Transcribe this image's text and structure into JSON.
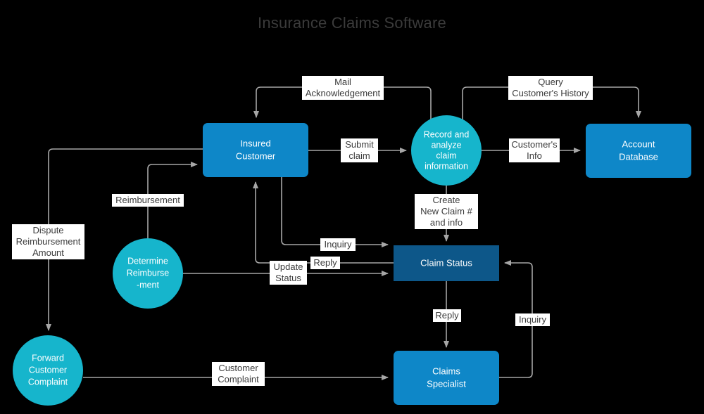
{
  "title": "Insurance Claims Software",
  "colors": {
    "background": "#000000",
    "process_circle": "#16b5cc",
    "entity_box": "#0e87c8",
    "datastore_box": "#0d5789",
    "edge": "#a6a6a6",
    "label_bg": "#ffffff",
    "label_text": "#3b3b3b",
    "title_text": "#3b3b3b",
    "node_text": "#ffffff"
  },
  "nodes": [
    {
      "id": "insured-customer",
      "label": "Insured\nCustomer",
      "shape": "rounded-rect",
      "fill": "#0e87c8"
    },
    {
      "id": "record-analyze",
      "label": "Record and\nanalyze\nclaim\ninformation",
      "shape": "circle",
      "fill": "#16b5cc"
    },
    {
      "id": "account-database",
      "label": "Account\nDatabase",
      "shape": "rounded-rect",
      "fill": "#0e87c8"
    },
    {
      "id": "claim-status",
      "label": "Claim Status",
      "shape": "rect",
      "fill": "#0d5789"
    },
    {
      "id": "claims-specialist",
      "label": "Claims\nSpecialist",
      "shape": "rounded-rect",
      "fill": "#0e87c8"
    },
    {
      "id": "determine-reimbursement",
      "label": "Determine\nReimburse\n-ment",
      "shape": "circle",
      "fill": "#16b5cc"
    },
    {
      "id": "forward-complaint",
      "label": "Forward\nCustomer\nComplaint",
      "shape": "circle",
      "fill": "#16b5cc"
    }
  ],
  "node_text": {
    "insured_customer_l1": "Insured",
    "insured_customer_l2": "Customer",
    "record_analyze_l1": "Record and",
    "record_analyze_l2": "analyze",
    "record_analyze_l3": "claim",
    "record_analyze_l4": "information",
    "account_database_l1": "Account",
    "account_database_l2": "Database",
    "claim_status_l1": "Claim Status",
    "claims_specialist_l1": "Claims",
    "claims_specialist_l2": "Specialist",
    "determine_reimbursement_l1": "Determine",
    "determine_reimbursement_l2": "Reimburse",
    "determine_reimbursement_l3": "-ment",
    "forward_complaint_l1": "Forward",
    "forward_complaint_l2": "Customer",
    "forward_complaint_l3": "Complaint"
  },
  "edge_labels": {
    "mail_acknowledgement": "Mail\nAcknowledgement",
    "query_customers_history": "Query\nCustomer's History",
    "submit_claim": "Submit\nclaim",
    "customers_info": "Customer's\nInfo",
    "create_new_claim": "Create\nNew Claim #\nand info",
    "reimbursement": "Reimbursement",
    "dispute_reimbursement_amount": "Dispute\nReimbursement\nAmount",
    "inquiry_top": "Inquiry",
    "reply_top": "Reply",
    "update_status": "Update\nStatus",
    "reply_mid": "Reply",
    "inquiry_right": "Inquiry",
    "customer_complaint": "Customer\nComplaint"
  },
  "edges": [
    {
      "from": "insured-customer",
      "to": "record-analyze",
      "label": "Submit claim"
    },
    {
      "from": "record-analyze",
      "to": "insured-customer",
      "label": "Mail Acknowledgement"
    },
    {
      "from": "record-analyze",
      "to": "account-database",
      "label": "Customer's Info"
    },
    {
      "from": "account-database",
      "to": "record-analyze",
      "label": "Query Customer's History"
    },
    {
      "from": "record-analyze",
      "to": "claim-status",
      "label": "Create New Claim # and info"
    },
    {
      "from": "insured-customer",
      "to": "claim-status",
      "label": "Inquiry"
    },
    {
      "from": "claim-status",
      "to": "insured-customer",
      "label": "Reply"
    },
    {
      "from": "determine-reimbursement",
      "to": "claim-status",
      "label": "Update Status"
    },
    {
      "from": "determine-reimbursement",
      "to": "insured-customer",
      "label": "Reimbursement"
    },
    {
      "from": "insured-customer",
      "to": "forward-complaint",
      "label": "Dispute Reimbursement Amount"
    },
    {
      "from": "forward-complaint",
      "to": "claims-specialist",
      "label": "Customer Complaint"
    },
    {
      "from": "claim-status",
      "to": "claims-specialist",
      "label": "Reply"
    },
    {
      "from": "claims-specialist",
      "to": "claim-status",
      "label": "Inquiry"
    }
  ]
}
